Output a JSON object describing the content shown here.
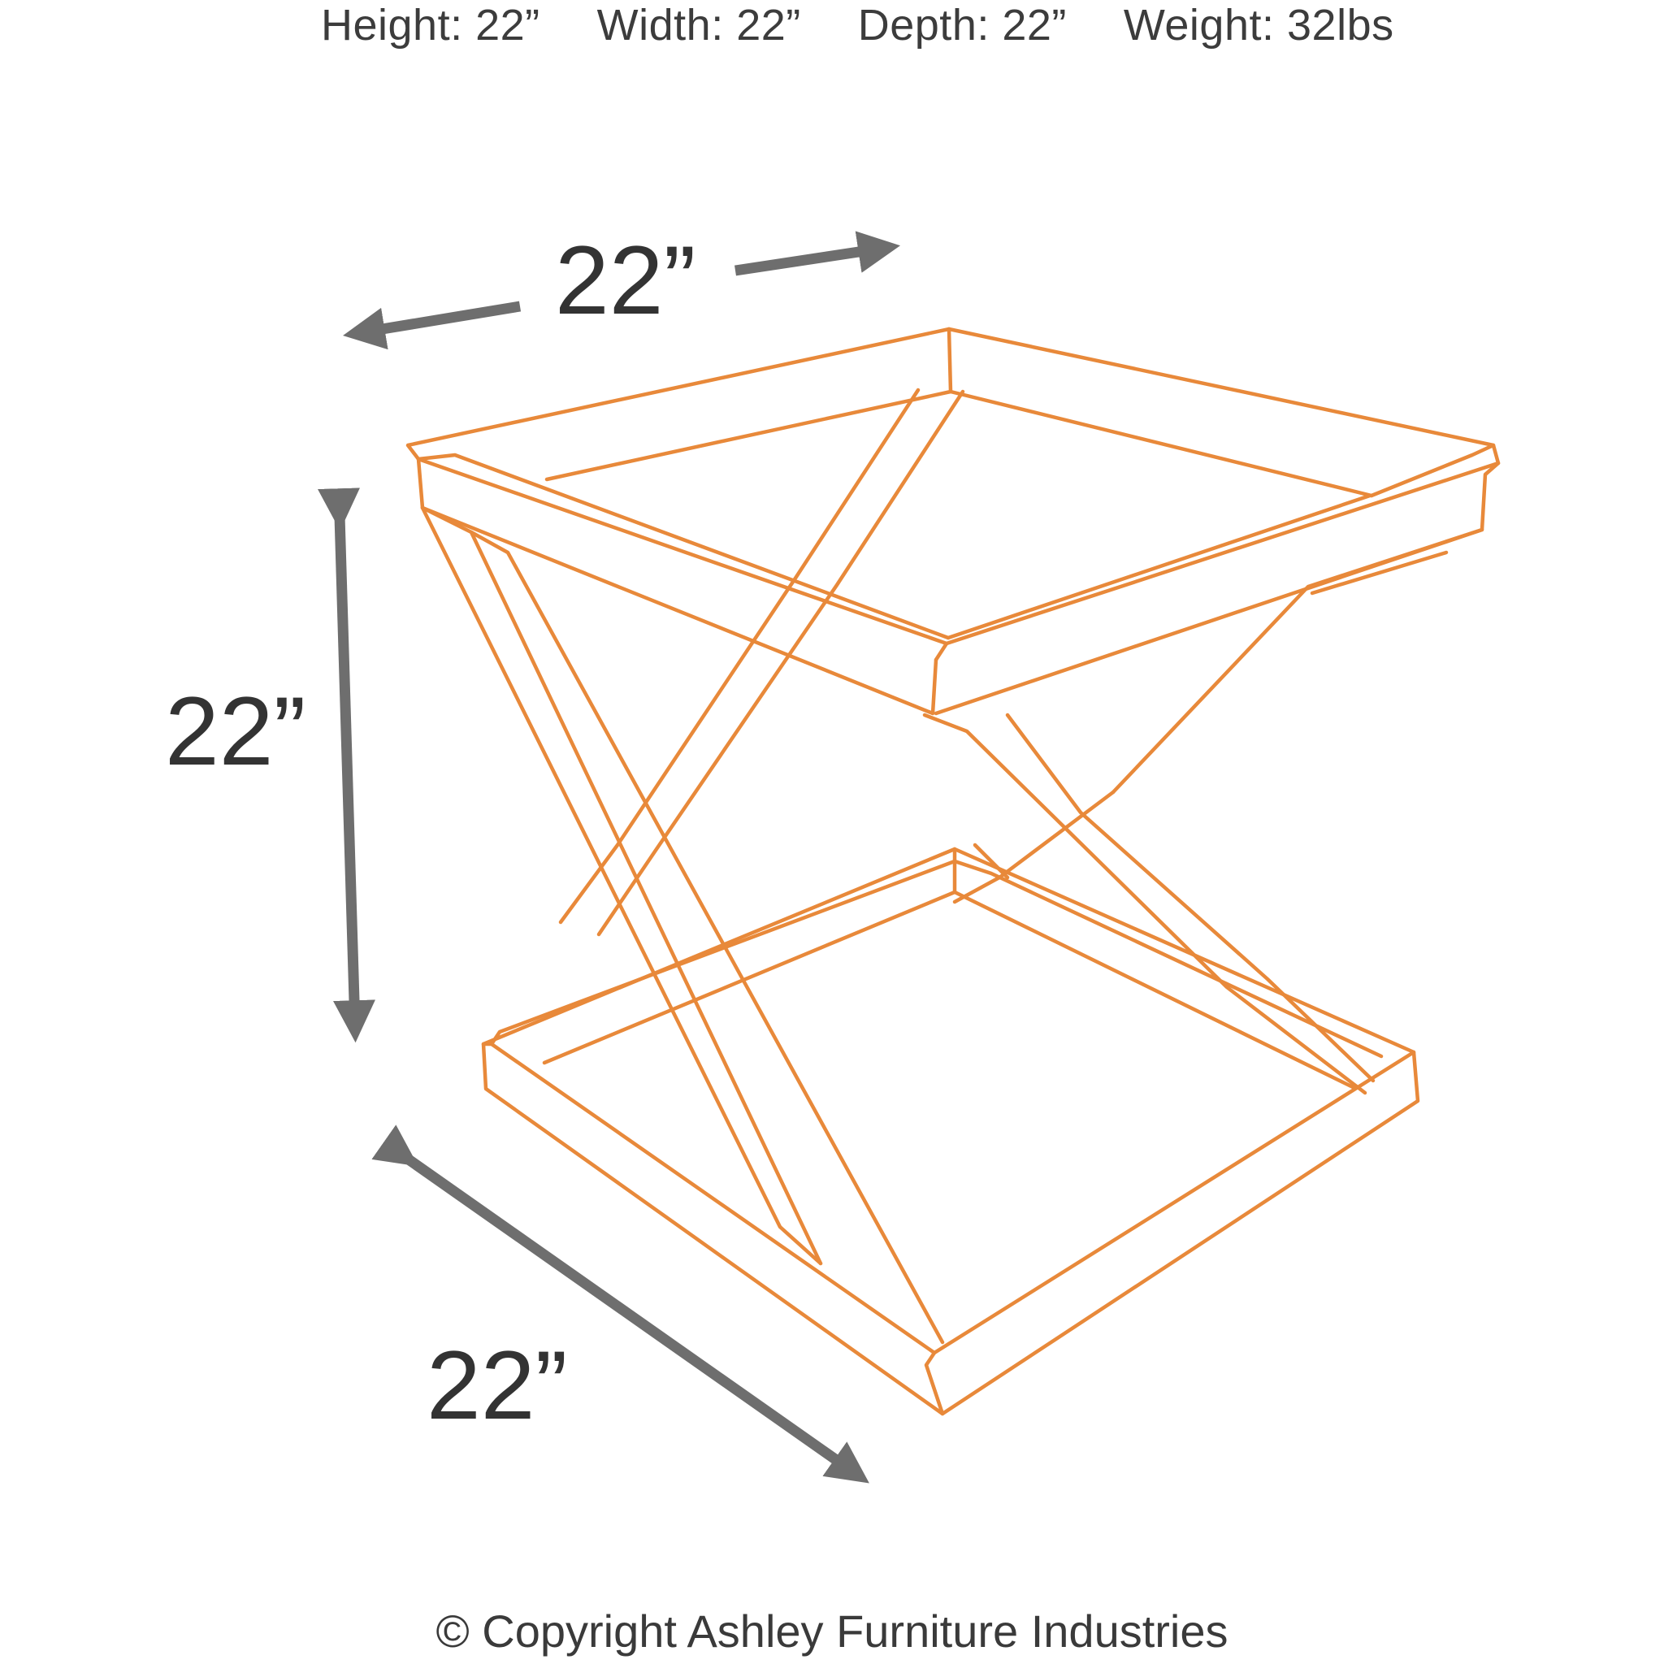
{
  "specs": {
    "height": "Height: 22”",
    "width": "Width: 22”",
    "depth": "Depth: 22”",
    "weight": "Weight: 32lbs"
  },
  "dimensions": {
    "width_label": "22”",
    "height_label": "22”",
    "depth_label": "22”"
  },
  "copyright": "© Copyright Ashley Furniture Industries",
  "colors": {
    "outline": "#e8893a",
    "arrow": "#6e6e6e",
    "text": "#3c3c3c",
    "background": "#ffffff"
  }
}
